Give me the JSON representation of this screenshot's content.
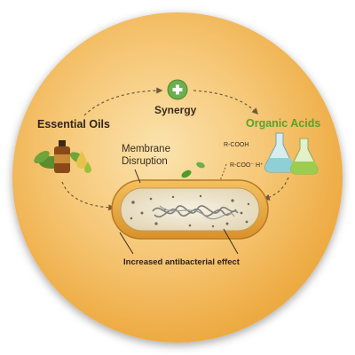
{
  "diagram": {
    "synergy_label": "Synergy",
    "essential_oils_label": "Essential Oils",
    "organic_acids_label": "Organic Acids",
    "membrane_label_line1": "Membrane",
    "membrane_label_line2": "Disruption",
    "rcooh_label": "R-COOH",
    "rcoo_label": "R-COO⁻ H⁺",
    "increased_label": "Increased antibacterial effect"
  },
  "colors": {
    "background_circle": "#eeac45",
    "synergy_icon": "#6ab04c",
    "organic_acids_text": "#5aa02c",
    "bacterium_shell": "#e9a93a",
    "bacterium_interior": "#efe7d2",
    "dna": "#7d7d7d",
    "oil_bottle": "#8a4a18"
  },
  "icons": [
    "plus-circle-icon",
    "essential-oil-bottle-icon",
    "flask-icon",
    "leaf-icon",
    "droplet-icon",
    "dna-icon"
  ]
}
